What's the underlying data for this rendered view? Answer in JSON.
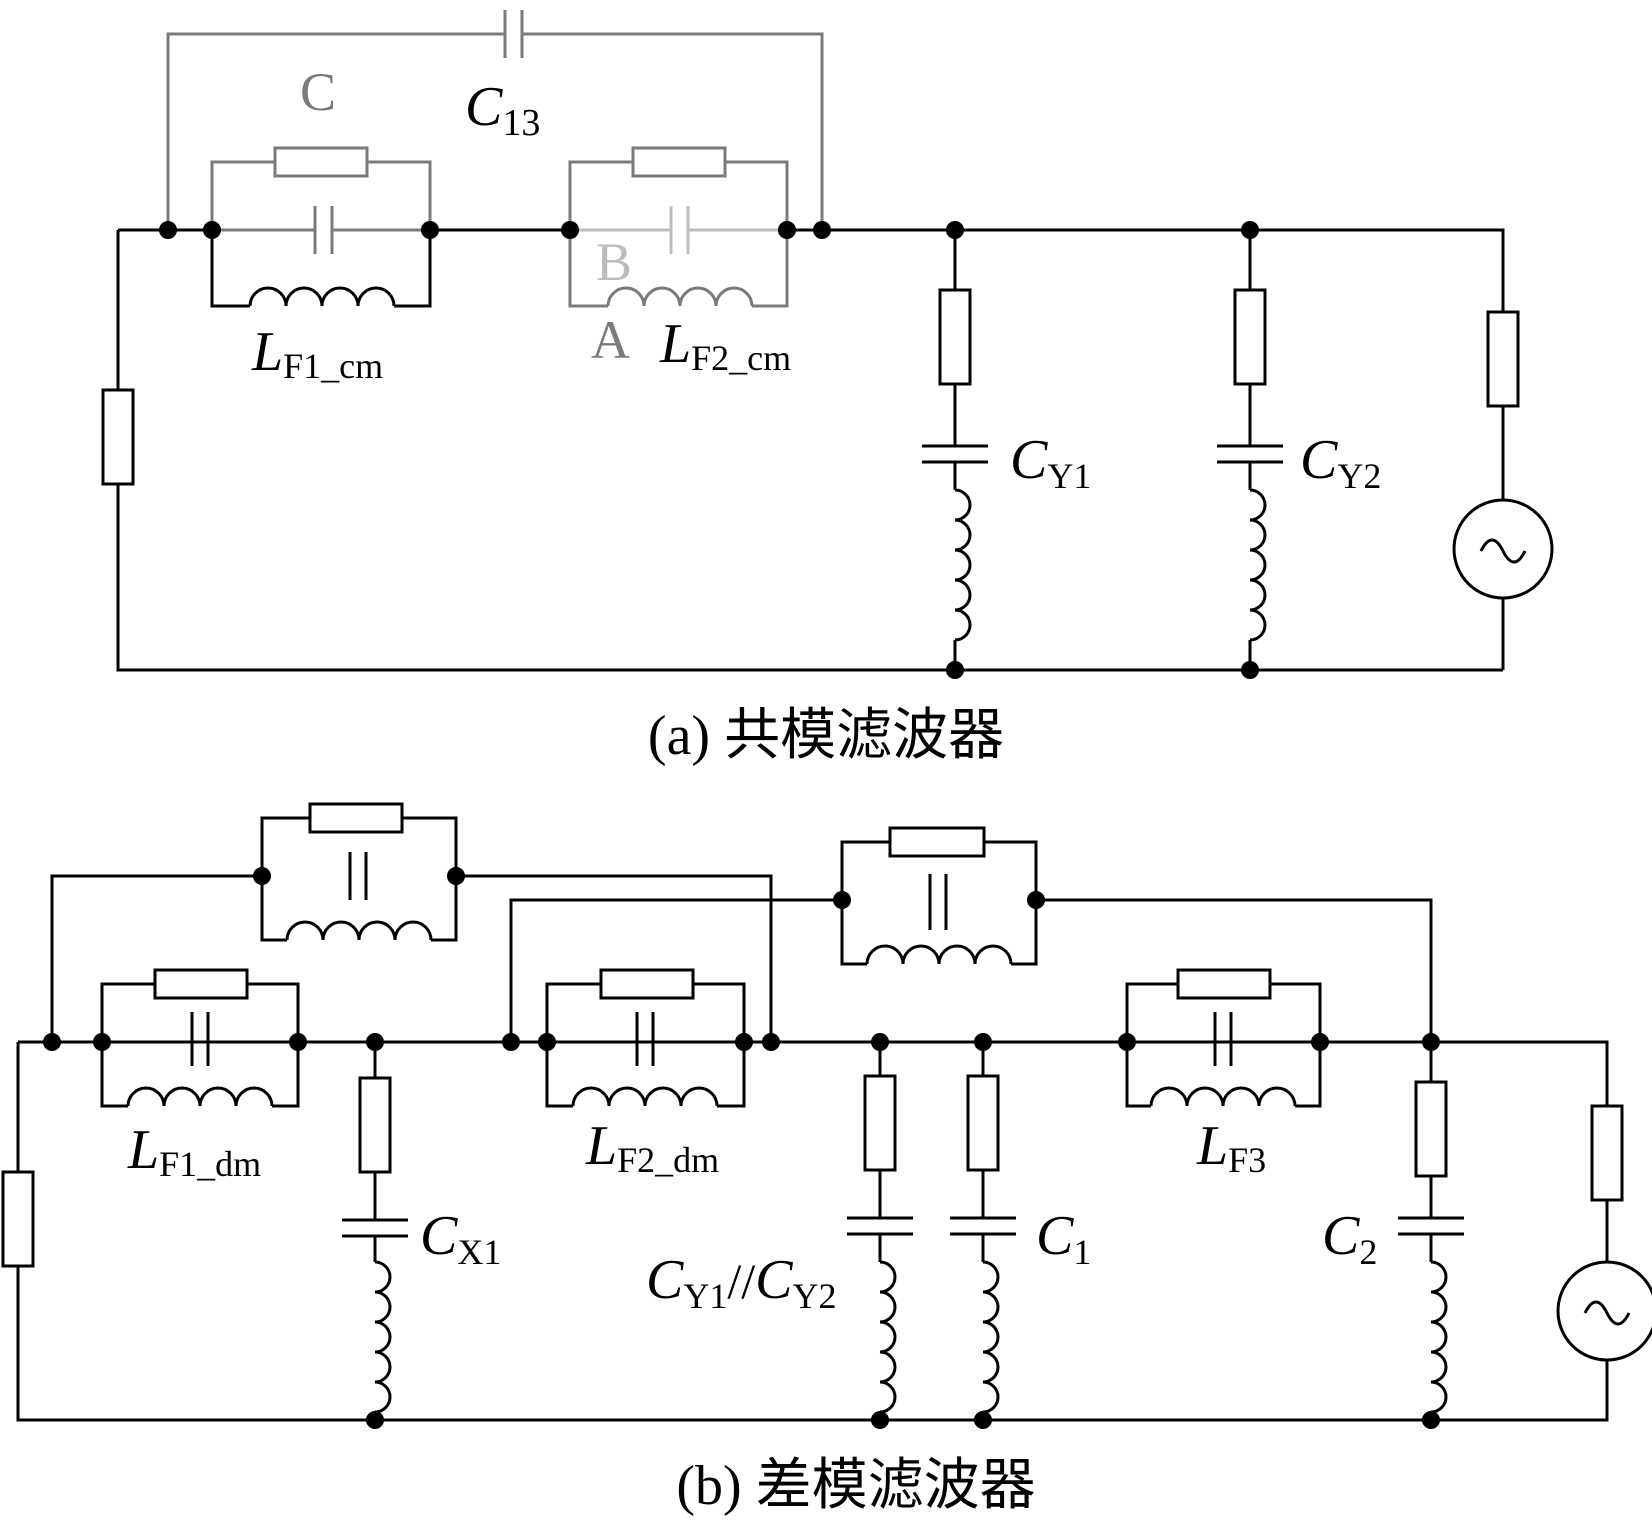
{
  "diagram_a": {
    "caption": "(a) 共模滤波器",
    "labels": {
      "c13": {
        "main": "C",
        "sub": "13"
      },
      "lf1": {
        "main": "L",
        "sub": "F1_cm"
      },
      "lf2": {
        "main": "L",
        "sub": "F2_cm"
      },
      "cy1": {
        "main": "C",
        "sub": "Y1"
      },
      "cy2": {
        "main": "C",
        "sub": "Y2"
      },
      "point_a": "A",
      "point_b": "B",
      "point_c": "C"
    }
  },
  "diagram_b": {
    "caption": "(b) 差模滤波器",
    "labels": {
      "lf1": {
        "main": "L",
        "sub": "F1_dm"
      },
      "lf2": {
        "main": "L",
        "sub": "F2_dm"
      },
      "lf3": {
        "main": "L",
        "sub": "F3"
      },
      "cx1": {
        "main": "C",
        "sub": "X1"
      },
      "cy12_a": {
        "main": "C",
        "sub": "Y1"
      },
      "cy12_sep": "//",
      "cy12_b": {
        "main": "C",
        "sub": "Y2"
      },
      "c1": {
        "main": "C",
        "sub": "1"
      },
      "c2": {
        "main": "C",
        "sub": "2"
      }
    }
  },
  "colors": {
    "wire": "#000000",
    "highlight_c": "#7a7a7a",
    "highlight_b": "#bdbdbd"
  }
}
